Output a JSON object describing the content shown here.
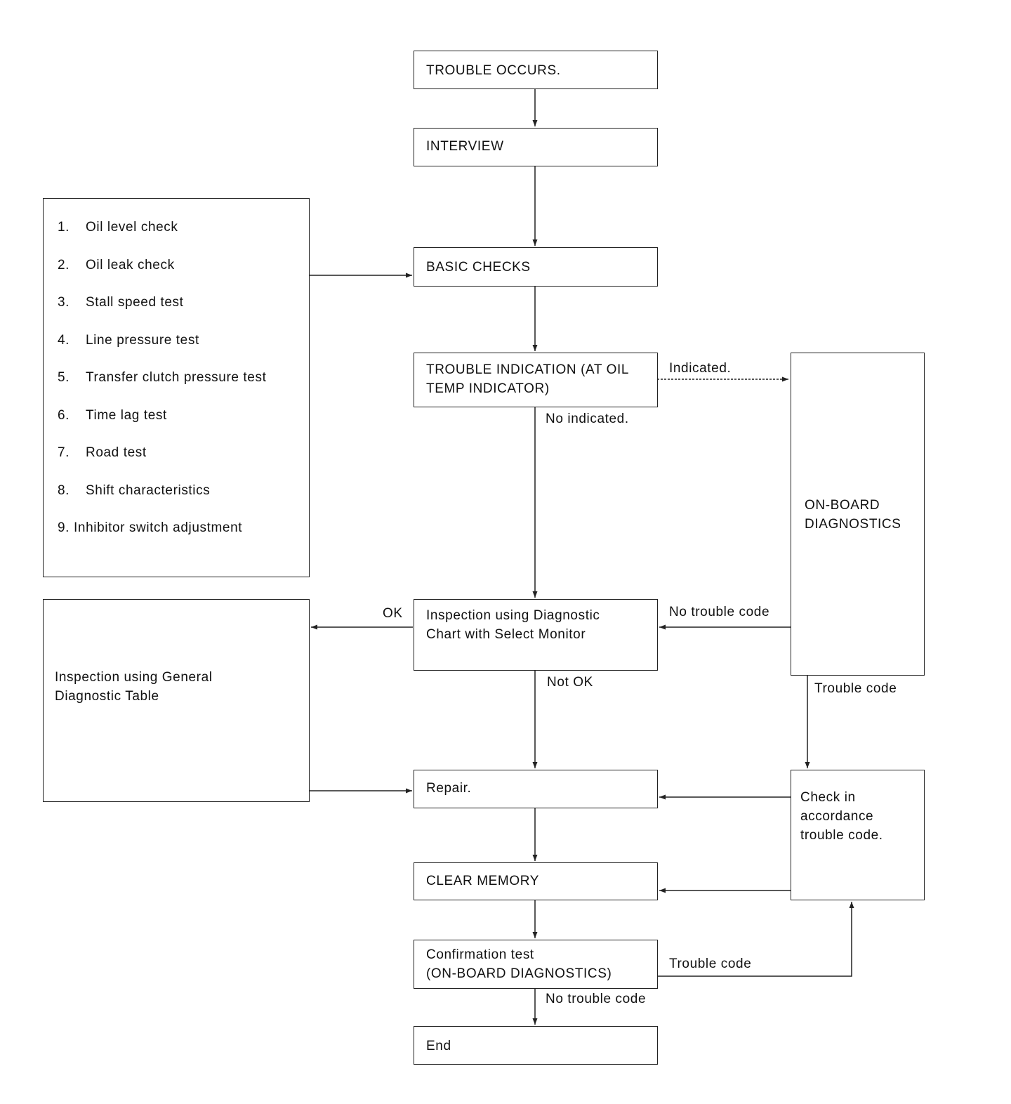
{
  "boxes": {
    "trouble_occurs": "TROUBLE OCCURS.",
    "interview": "INTERVIEW",
    "basic_checks": "BASIC CHECKS",
    "trouble_indication": "TROUBLE INDICATION (AT OIL\nTEMP INDICATOR)",
    "on_board_diagnostics": "ON-BOARD\nDIAGNOSTICS",
    "inspection_select_monitor": "Inspection using Diagnostic\nChart with Select Monitor",
    "inspection_general_table": "Inspection using General\nDiagnostic Table",
    "repair": "Repair.",
    "check_accordance": "Check in\naccordance\ntrouble code.",
    "clear_memory": "CLEAR MEMORY",
    "confirmation_test": "Confirmation test\n(ON-BOARD DIAGNOSTICS)",
    "end": "End"
  },
  "basic_checks_list": [
    {
      "num": "1.",
      "text": "Oil level check"
    },
    {
      "num": "2.",
      "text": "Oil leak check"
    },
    {
      "num": "3.",
      "text": "Stall speed test"
    },
    {
      "num": "4.",
      "text": "Line pressure test"
    },
    {
      "num": "5.",
      "text": "Transfer clutch pressure test"
    },
    {
      "num": "6.",
      "text": "Time lag test"
    },
    {
      "num": "7.",
      "text": "Road test"
    },
    {
      "num": "8.",
      "text": "Shift characteristics"
    },
    {
      "num": "9.",
      "text": "Inhibitor switch adjustment"
    }
  ],
  "labels": {
    "indicated": "Indicated.",
    "no_indicated": "No indicated.",
    "ok": "OK",
    "not_ok": "Not OK",
    "no_trouble_code_obd": "No trouble code",
    "trouble_code_obd": "Trouble code",
    "trouble_code_confirm": "Trouble code",
    "no_trouble_code_confirm": "No trouble code"
  }
}
